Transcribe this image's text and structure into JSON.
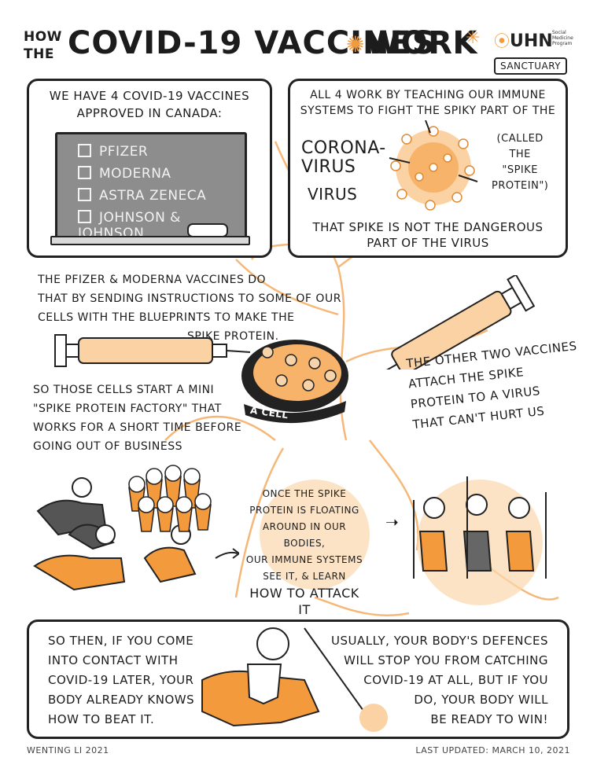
{
  "header": {
    "title_prefix": [
      "How",
      "the"
    ],
    "title_main": "COVID-19 Vaccines",
    "title_end": "Work",
    "logo_text": "UHN",
    "logo_sub": "Social Medicine Program",
    "logo_badge": "Sanctuary"
  },
  "panel1": {
    "intro": [
      "We have 4 COVID-19 vaccines",
      "approved in Canada:"
    ],
    "vaccines": [
      "Pfizer",
      "Moderna",
      "Astra Zeneca",
      "Johnson & Johnson"
    ]
  },
  "panel2": {
    "lines": [
      "All 4 work by teaching our immune",
      "systems to fight the spiky part of the"
    ],
    "label_left": [
      "Corona-",
      "virus"
    ],
    "label_virus": "virus",
    "label_right": [
      "(Called",
      "the",
      "\"Spike",
      "Protein\")"
    ],
    "bottom": [
      "That spike is not the dangerous",
      "part of the virus"
    ]
  },
  "middle": {
    "pfizer_text": [
      "The Pfizer & Moderna vaccines do",
      "that by sending instructions to some of our",
      "cells with the blueprints to make the",
      "spike protein."
    ],
    "factory_text": [
      "So those cells start a mini",
      "\"spike protein factory\" that",
      "works for a short time before",
      "going out of business"
    ],
    "cell_label": "A Cell",
    "other_text": [
      "The other two vaccines",
      "attach the spike",
      "protein to a virus",
      "that can't hurt us"
    ],
    "floating_text": [
      "Once the spike",
      "protein is floating",
      "around in our bodies,",
      "our immune systems",
      "see it, & learn",
      "how to attack it"
    ]
  },
  "bottom_panel": {
    "left": [
      "So then, if you come",
      "into contact with",
      "COVID-19 later, your",
      "body already knows",
      "how to beat it."
    ],
    "right": [
      "Usually, your body's defences",
      "will stop you from catching",
      "COVID-19 at all, but if you",
      "do, your body will",
      "be ready to win!"
    ]
  },
  "footer": {
    "credit": "Wenting Li 2021",
    "updated": "Last updated: March 10, 2021"
  },
  "colors": {
    "accent": "#f39a3c",
    "ink": "#1c1c1c",
    "board": "#8d8d8d"
  }
}
